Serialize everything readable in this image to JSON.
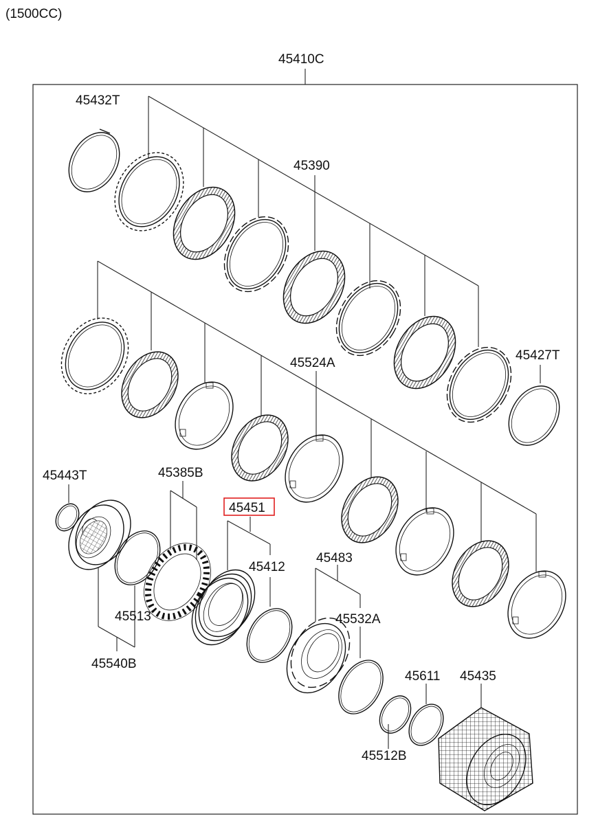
{
  "header": {
    "engine": "(1500CC)"
  },
  "assembly": {
    "code": "45410C"
  },
  "parts": {
    "p45432T": "45432T",
    "p45390": "45390",
    "p45427T": "45427T",
    "p45524A": "45524A",
    "p45443T": "45443T",
    "p45385B": "45385B",
    "p45451": "45451",
    "p45412": "45412",
    "p45483": "45483",
    "p45513": "45513",
    "p45532A": "45532A",
    "p45540B": "45540B",
    "p45611": "45611",
    "p45435": "45435",
    "p45512B": "45512B"
  },
  "highlight": {
    "part": "45451",
    "color": "#e01e1e"
  }
}
